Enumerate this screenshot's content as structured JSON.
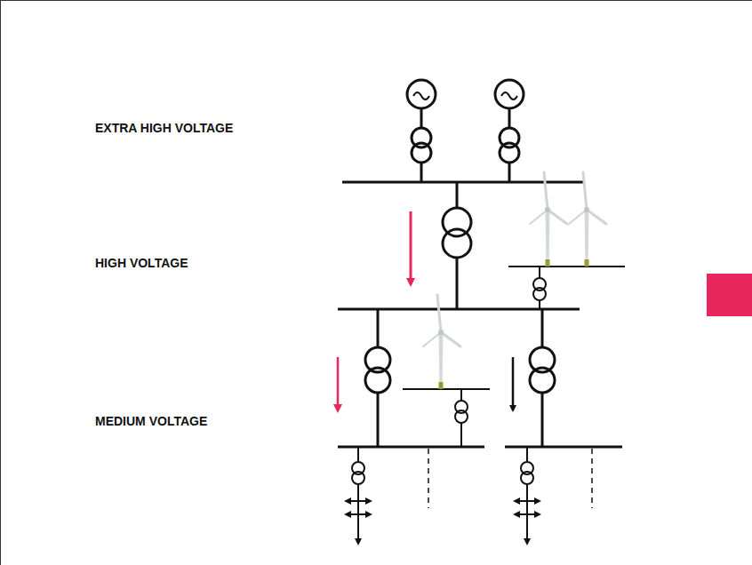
{
  "diagram": {
    "labels": [
      "EXTRA HIGH VOLTAGE",
      "HIGH VOLTAGE",
      "MEDIUM VOLTAGE"
    ]
  }
}
